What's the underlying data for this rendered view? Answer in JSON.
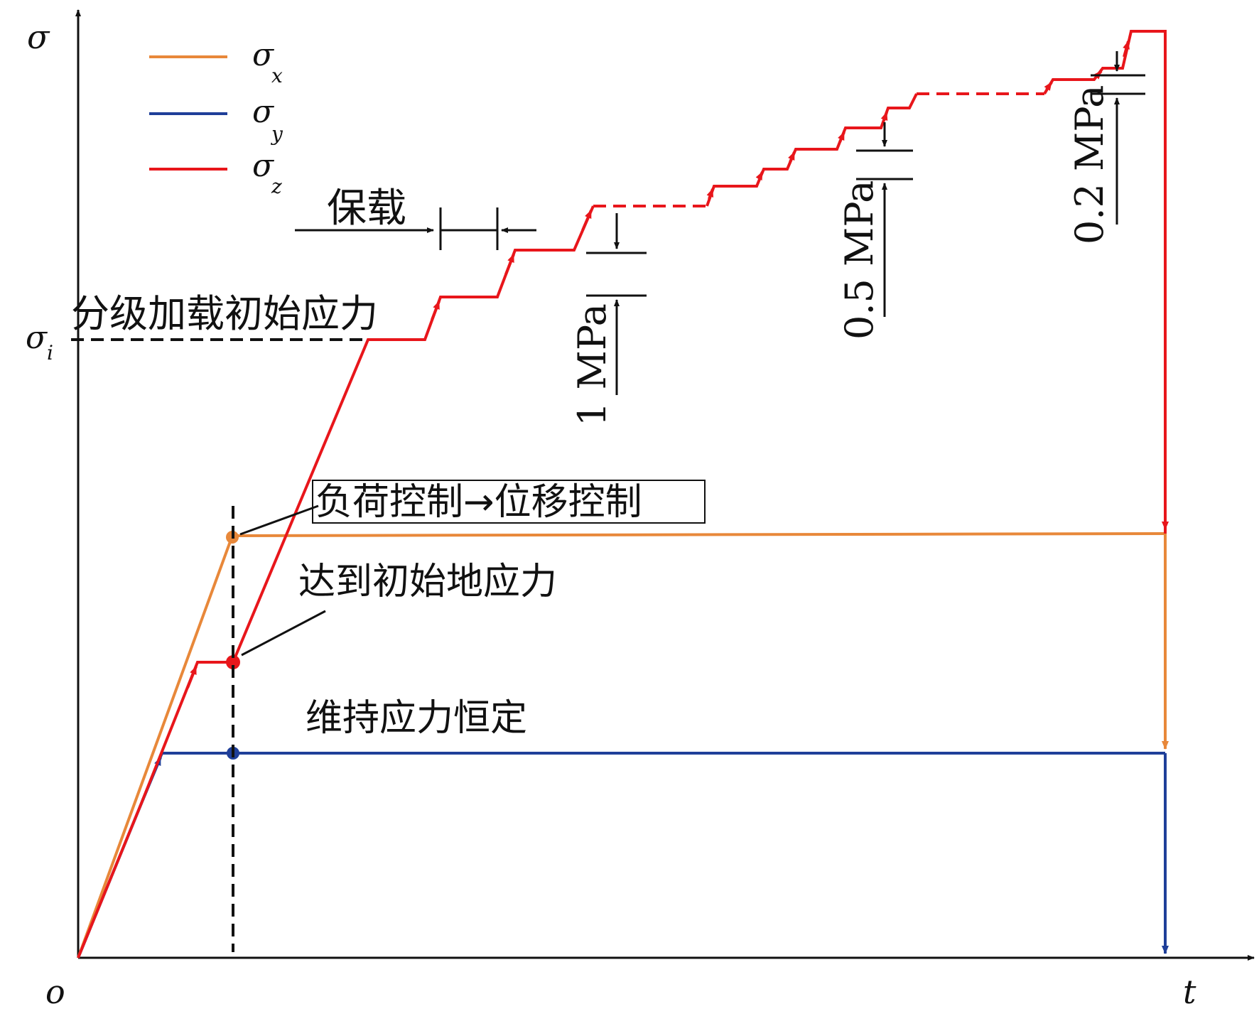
{
  "axes": {
    "y_label": "σ",
    "x_label": "t",
    "origin_label": "o",
    "sigma_i": {
      "base": "σ",
      "sub": "i"
    }
  },
  "legend": [
    {
      "base": "σ",
      "sub": "x",
      "color": "#E8883A"
    },
    {
      "base": "σ",
      "sub": "y",
      "color": "#1F3F99"
    },
    {
      "base": "σ",
      "sub": "z",
      "color": "#E8161B"
    }
  ],
  "annotations": {
    "hold": "保载",
    "graded_initial": "分级加载初始应力",
    "load_to_disp": "负荷控制→位移控制",
    "reach_geo": "达到初始地应力",
    "keep_const": "维持应力恒定",
    "step1": "1 MPa",
    "step05": "0.5 MPa",
    "step02": "0.2 MPa"
  },
  "colors": {
    "sigma_x": "#E8883A",
    "sigma_y": "#1F3F99",
    "sigma_z": "#E8161B",
    "axis": "#111111"
  }
}
